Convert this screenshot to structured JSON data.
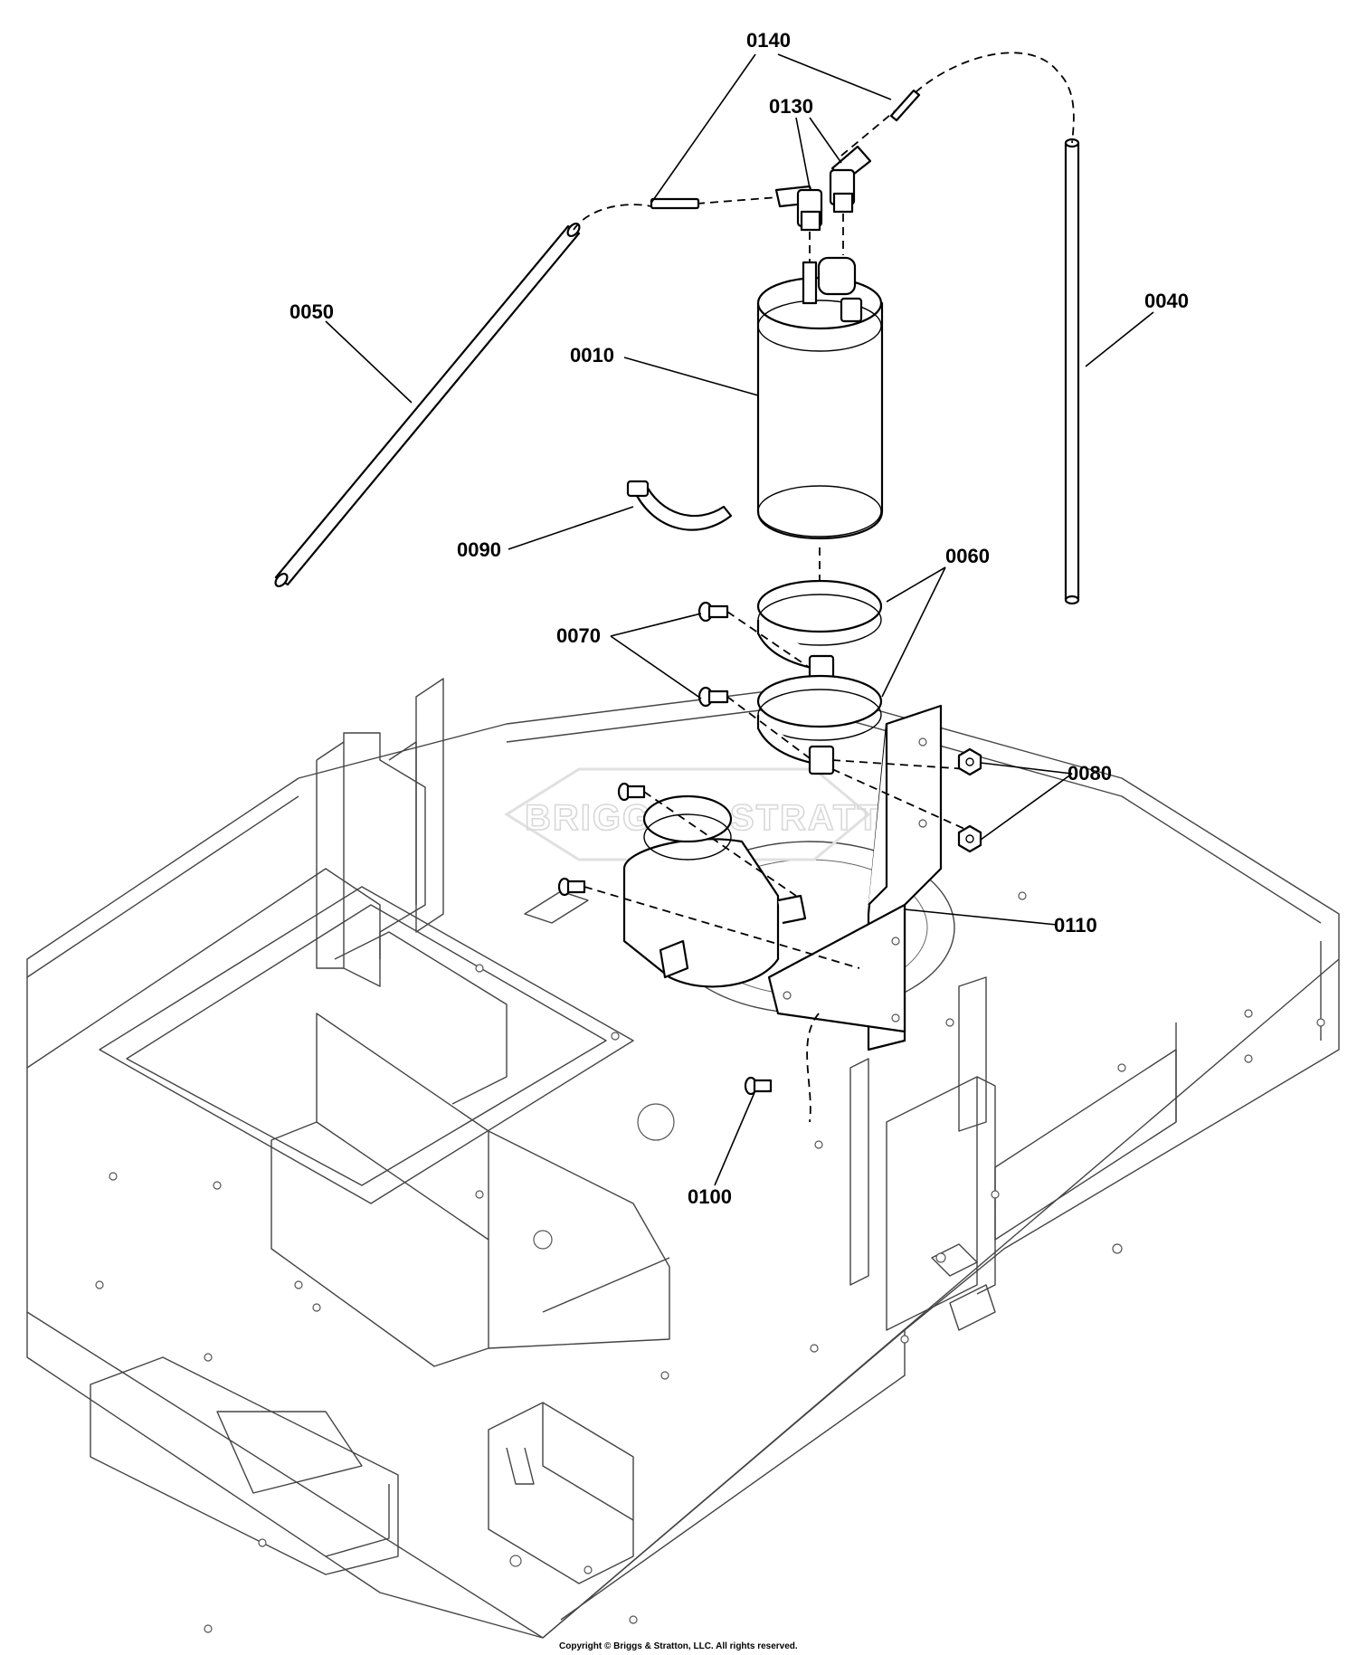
{
  "diagram": {
    "callouts": {
      "c0140": "0140",
      "c0130": "0130",
      "c0050": "0050",
      "c0040": "0040",
      "c0010": "0010",
      "c0090": "0090",
      "c0060": "0060",
      "c0070": "0070",
      "c0080": "0080",
      "c0110": "0110",
      "c0100": "0100"
    },
    "watermark": "BRIGGS & STRATTON",
    "copyright": "Copyright © Briggs & Stratton, LLC. All rights reserved."
  }
}
